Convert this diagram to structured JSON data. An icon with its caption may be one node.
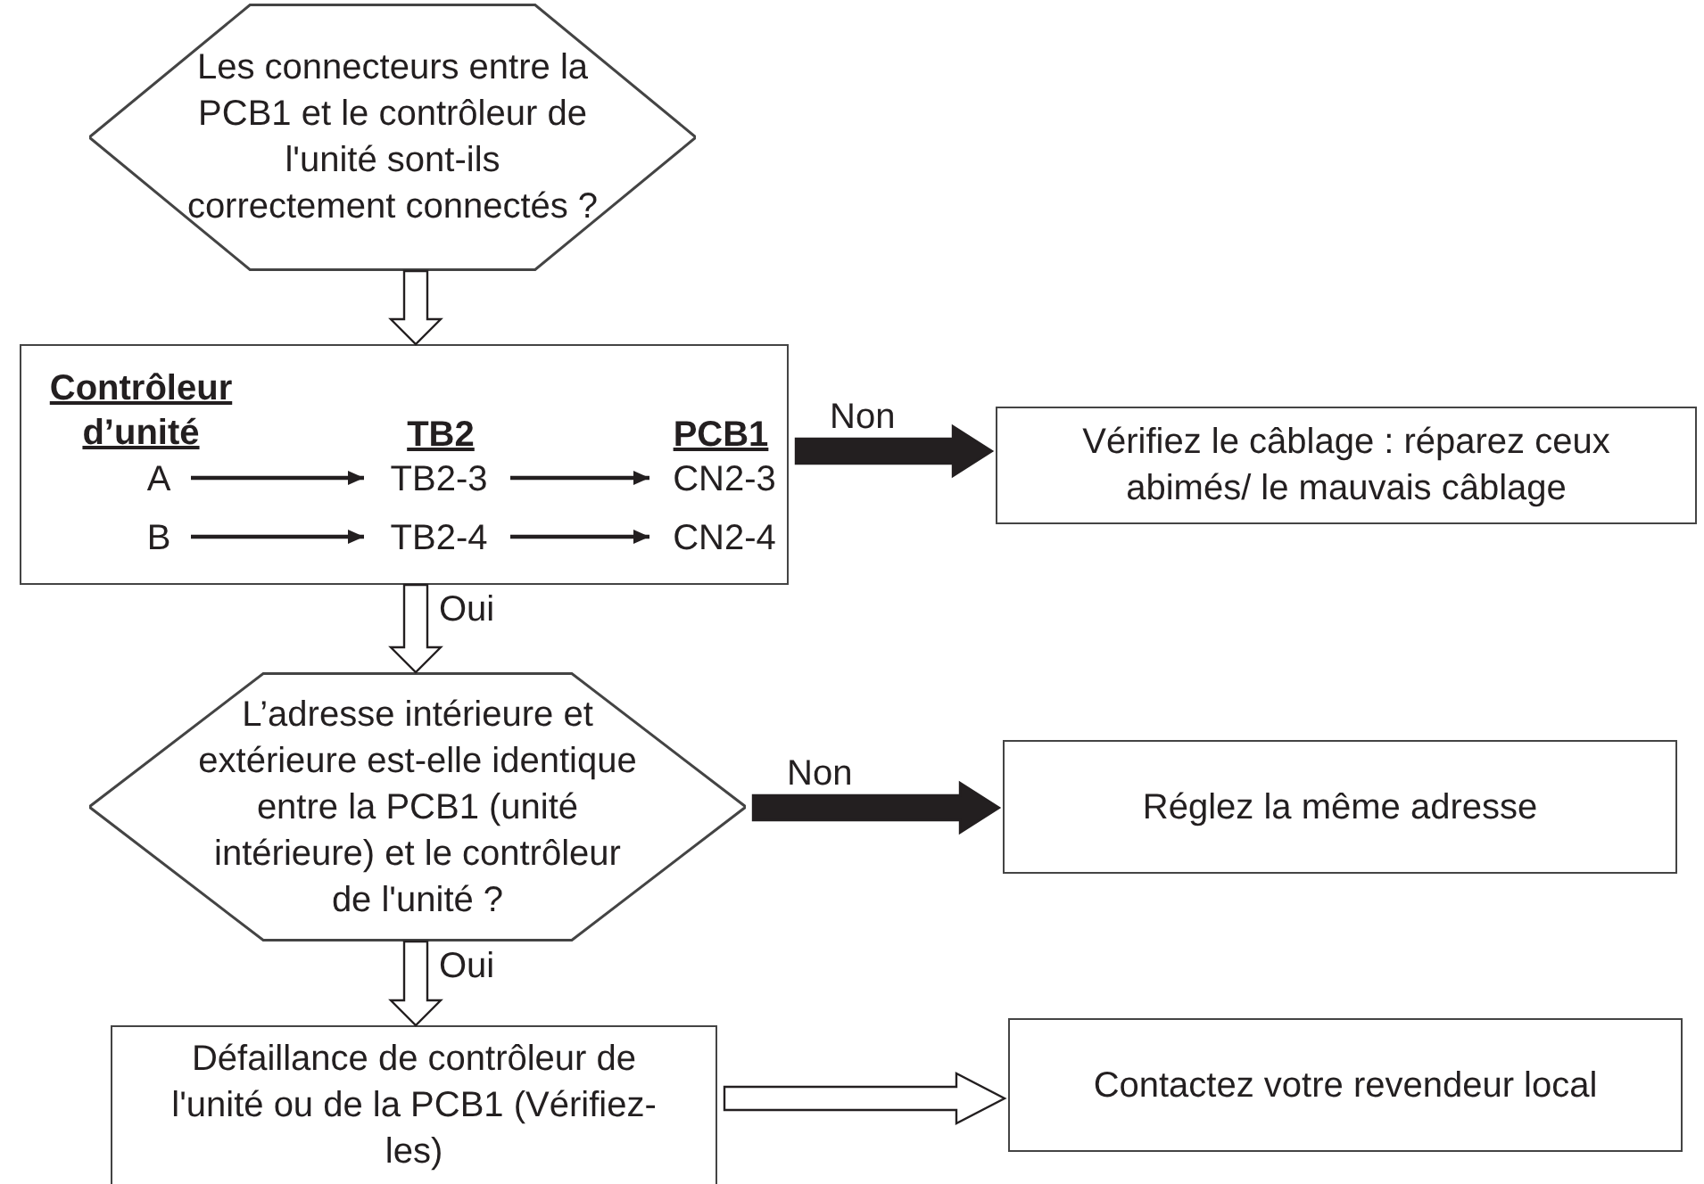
{
  "diagram": {
    "nodes": [
      {
        "text": [
          "Les connecteurs entre la PCB1 et le contrôleur de l'unité sont-ils correctement connectés ?"
        ]
      },
      {
        "text": [],
        "shape": "box"
      },
      {
        "text": [
          "A"
        ],
        "in": 1
      },
      {
        "text": [
          "TB2-3"
        ],
        "in": 1
      },
      {
        "text": [
          "CN2-3"
        ],
        "in": 1
      },
      {
        "text": [
          "B"
        ],
        "in": 1
      },
      {
        "text": [
          "TB2-4"
        ],
        "in": 1
      },
      {
        "text": [
          "CN2-4"
        ],
        "in": 1
      },
      {
        "text": [
          "Vérifiez le câblage : réparez ceux abimés/ le mauvais câblage"
        ]
      },
      {
        "text": [
          "L’adresse intérieure et extérieure est-elle identique entre la PCB1 (unité intérieure) et le contrôleur de l'unité ?"
        ]
      },
      {
        "text": [
          "Réglez la même adresse"
        ]
      },
      {
        "text": [
          "Défaillance de contrôleur de l'unité ou de la PCB1 (Vérifiez-les)"
        ]
      },
      {
        "text": [
          "Contactez votre revendeur local"
        ]
      }
    ],
    "edges": [
      {
        "from": 0,
        "to": 1,
        "arrow": "to"
      },
      {
        "from": 2,
        "to": 3,
        "arrow": "to"
      },
      {
        "from": 3,
        "to": 4,
        "arrow": "to"
      },
      {
        "from": 5,
        "to": 6,
        "arrow": "to"
      },
      {
        "from": 6,
        "to": 7,
        "arrow": "to"
      },
      {
        "from": 1,
        "to": 8,
        "arrow": "to",
        "label": "Non",
        "style": "thick"
      },
      {
        "from": 1,
        "to": 9,
        "arrow": "to",
        "label": "Oui"
      },
      {
        "from": 9,
        "to": 10,
        "arrow": "to",
        "label": "Non",
        "style": "thick"
      },
      {
        "from": 9,
        "to": 11,
        "arrow": "to",
        "label": "Oui"
      },
      {
        "from": 11,
        "to": 12,
        "arrow": "to"
      }
    ],
    "labels": [
      "Contrôleur d’unité",
      "TB2",
      "PCB1"
    ]
  }
}
